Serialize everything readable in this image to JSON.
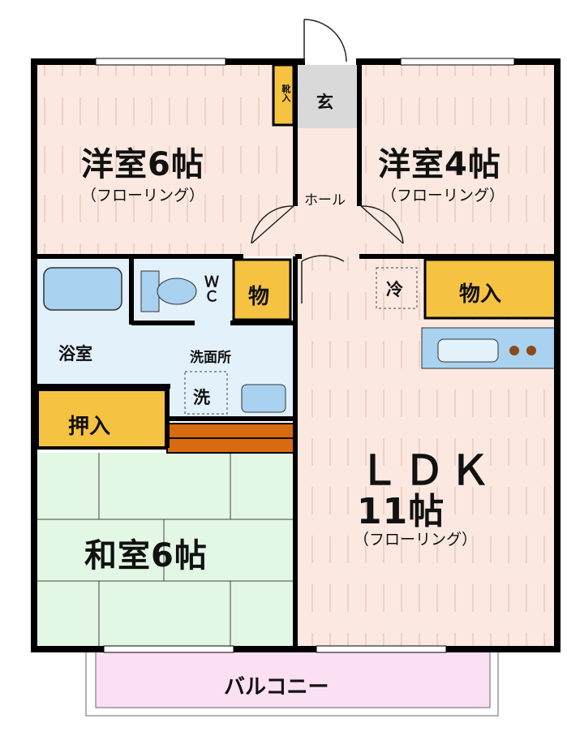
{
  "rooms": {
    "western_room_1": {
      "name": "洋室6帖",
      "sub": "（フローリング）"
    },
    "western_room_2": {
      "name": "洋室4帖",
      "sub": "（フローリング）"
    },
    "japanese_room": {
      "name": "和室6帖"
    },
    "ldk": {
      "name": "ＬＤＫ",
      "size": "11帖",
      "sub": "（フローリング）"
    }
  },
  "spaces": {
    "entrance": "玄",
    "shoe_storage": "靴入",
    "hall": "ホール",
    "bathroom": "浴室",
    "toilet": "ＷＣ",
    "storage_small": "物",
    "washroom": "洗面所",
    "washer": "洗",
    "closet": "押入",
    "fridge": "冷",
    "storage_ldk": "物入",
    "balcony": "バルコニー"
  },
  "colors": {
    "wall": "#000000",
    "flooring": "#fbe9e1",
    "tatami": "#e2f7e4",
    "wet_area": "#e3f1fb",
    "storage": "#f5c242",
    "balcony": "#fbe0f4",
    "kitchen": "#a8d2ef",
    "entrance": "#d9d9d9"
  }
}
